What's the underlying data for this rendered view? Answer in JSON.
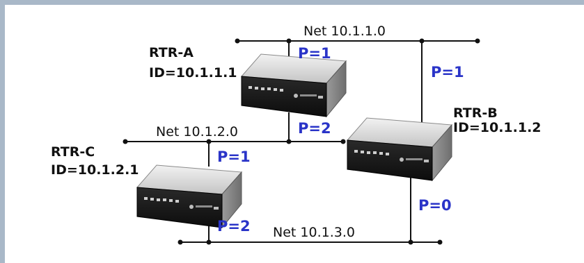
{
  "networks": [
    {
      "id": "net1",
      "label": "Net 10.1.1.0"
    },
    {
      "id": "net2",
      "label": "Net 10.1.2.0"
    },
    {
      "id": "net3",
      "label": "Net 10.1.3.0"
    }
  ],
  "routers": [
    {
      "id": "rtr-a",
      "name": "RTR-A",
      "router_id": "ID=10.1.1.1"
    },
    {
      "id": "rtr-b",
      "name": "RTR-B",
      "router_id": "ID=10.1.1.2"
    },
    {
      "id": "rtr-c",
      "name": "RTR-C",
      "router_id": "ID=10.1.2.1"
    }
  ],
  "priorities": [
    {
      "link": "rtr-a-net1",
      "label": "P=1"
    },
    {
      "link": "rtr-a-net2",
      "label": "P=2"
    },
    {
      "link": "rtr-b-net1",
      "label": "P=1"
    },
    {
      "link": "rtr-b-net3",
      "label": "P=0"
    },
    {
      "link": "rtr-c-net2",
      "label": "P=1"
    },
    {
      "link": "rtr-c-net3",
      "label": "P=2"
    }
  ],
  "colors": {
    "priority": "#2a34c8",
    "frame": "#a9b8c8",
    "router_body": "#d8d8d8"
  }
}
